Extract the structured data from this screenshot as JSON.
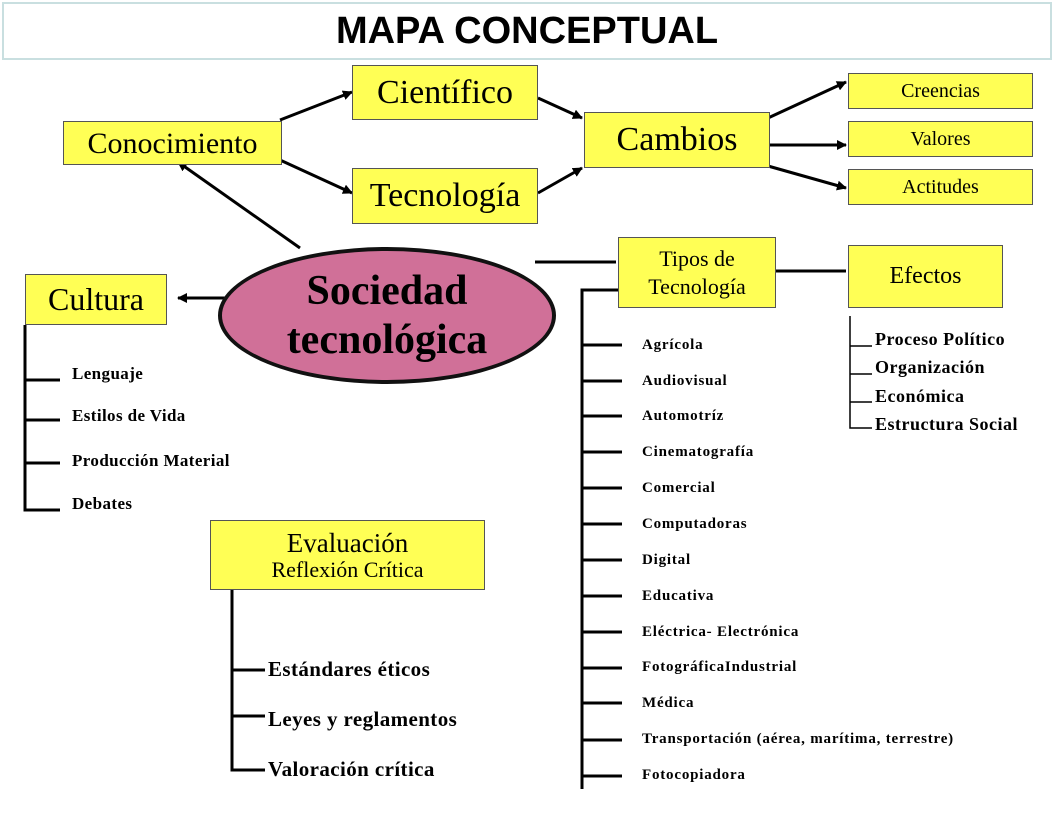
{
  "title": "MAPA CONCEPTUAL",
  "central": {
    "line1": "Sociedad",
    "line2": "tecnológica"
  },
  "nodes": {
    "conocimiento": "Conocimiento",
    "cientifico": "Científico",
    "tecnologia": "Tecnología",
    "cambios": "Cambios",
    "cultura": "Cultura",
    "tipos_line1": "Tipos de",
    "tipos_line2": "Tecnología",
    "efectos": "Efectos",
    "evaluacion_line1": "Evaluación",
    "evaluacion_line2": "Reflexión Crítica"
  },
  "cambios_items": [
    "Creencias",
    "Valores",
    "Actitudes"
  ],
  "cultura_items": [
    "Lenguaje",
    "Estilos de Vida",
    "Producción Material",
    "Debates"
  ],
  "efectos_items": [
    "Proceso Político",
    "Organización",
    "Económica",
    "Estructura Social"
  ],
  "evaluacion_items": [
    "Estándares éticos",
    "Leyes y reglamentos",
    "Valoración crítica"
  ],
  "tipos_items": [
    "Agrícola",
    "Audiovisual",
    "Automotríz",
    "Cinematografía",
    "Comercial",
    "Computadoras",
    "Digital",
    "Educativa",
    "Eléctrica- Electrónica",
    "FotográficaIndustrial",
    "Médica",
    "Transportación (aérea, marítima, terrestre)",
    "Fotocopiadora"
  ],
  "colors": {
    "box_fill": "#ffff55",
    "oval_fill": "#d07098",
    "title_border": "#c9dfe0",
    "line": "#000000"
  }
}
